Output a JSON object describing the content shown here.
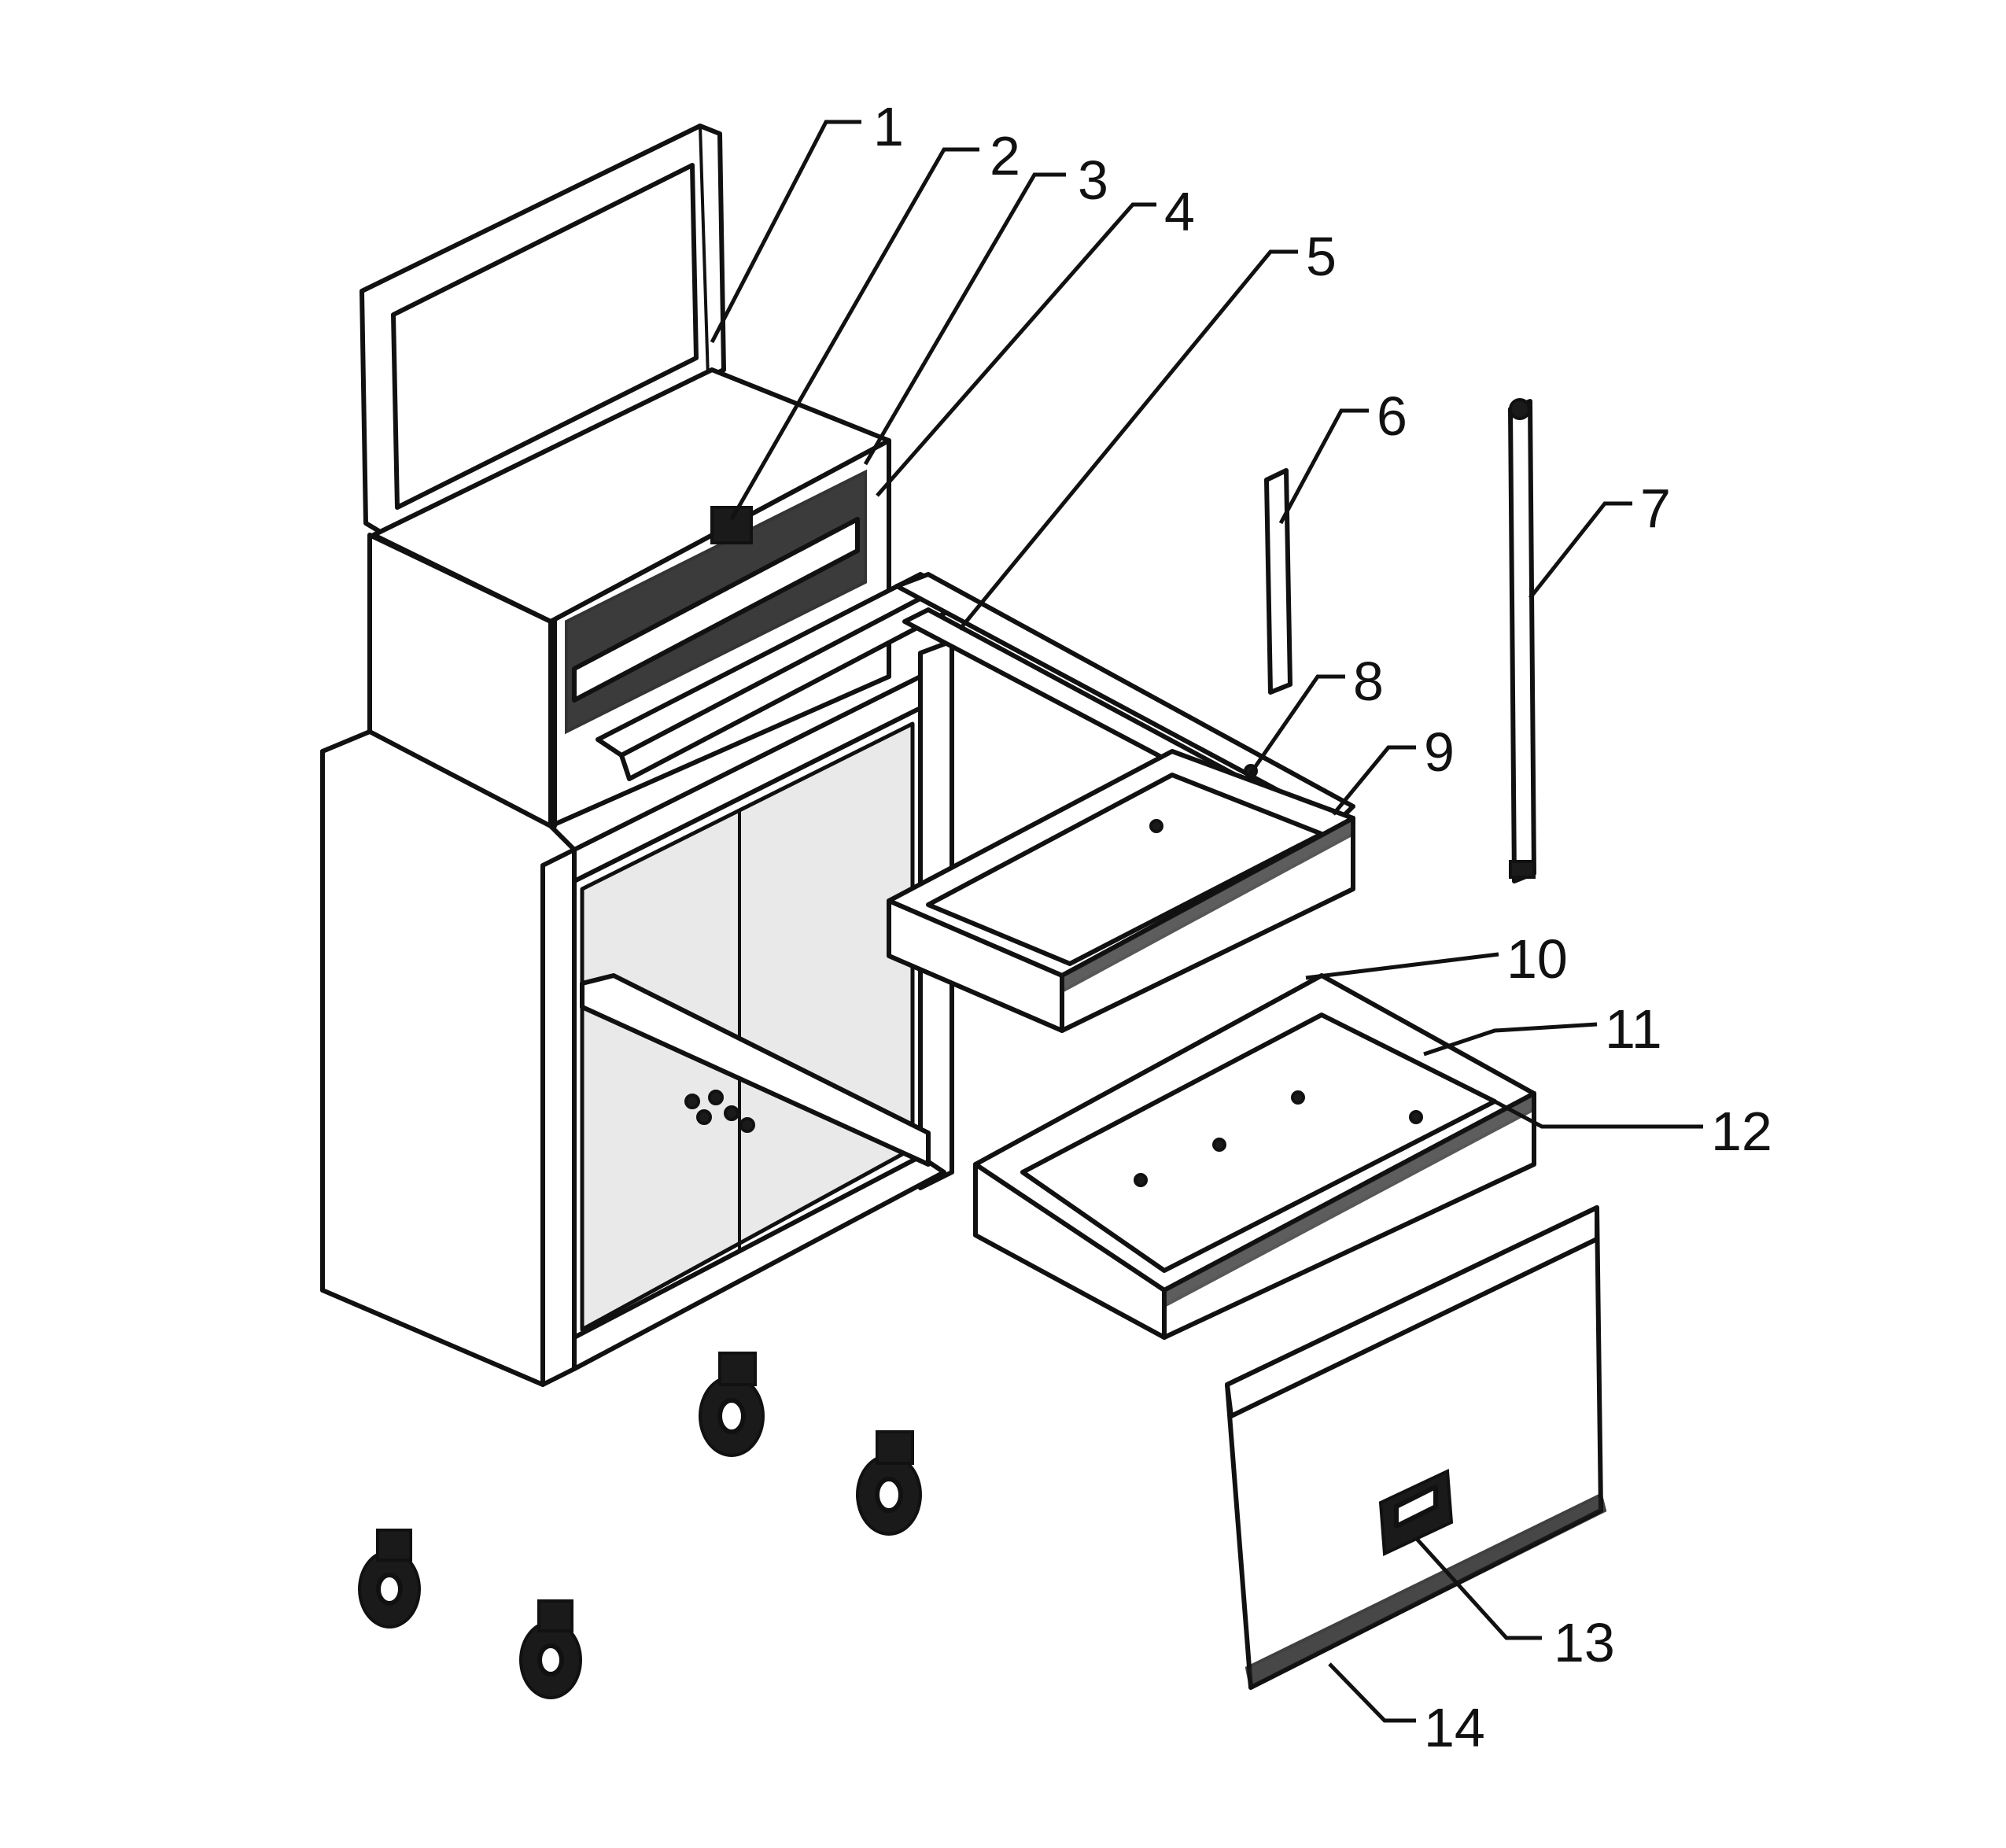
{
  "callouts": [
    {
      "id": "1",
      "text": "1"
    },
    {
      "id": "2",
      "text": "2"
    },
    {
      "id": "3",
      "text": "3"
    },
    {
      "id": "4",
      "text": "4"
    },
    {
      "id": "5",
      "text": "5"
    },
    {
      "id": "6",
      "text": "6"
    },
    {
      "id": "7",
      "text": "7"
    },
    {
      "id": "8",
      "text": "8"
    },
    {
      "id": "9",
      "text": "9"
    },
    {
      "id": "10",
      "text": "10"
    },
    {
      "id": "11",
      "text": "11"
    },
    {
      "id": "12",
      "text": "12"
    },
    {
      "id": "13",
      "text": "13"
    },
    {
      "id": "14",
      "text": "14"
    }
  ],
  "parts": [
    {
      "name": "lid"
    },
    {
      "name": "top-chest"
    },
    {
      "name": "cabinet-body"
    },
    {
      "name": "upper-drawer"
    },
    {
      "name": "lower-drawer"
    },
    {
      "name": "drawer-front-panel"
    },
    {
      "name": "handle"
    },
    {
      "name": "drawer-slide"
    },
    {
      "name": "rail"
    },
    {
      "name": "caster-wheels"
    }
  ]
}
